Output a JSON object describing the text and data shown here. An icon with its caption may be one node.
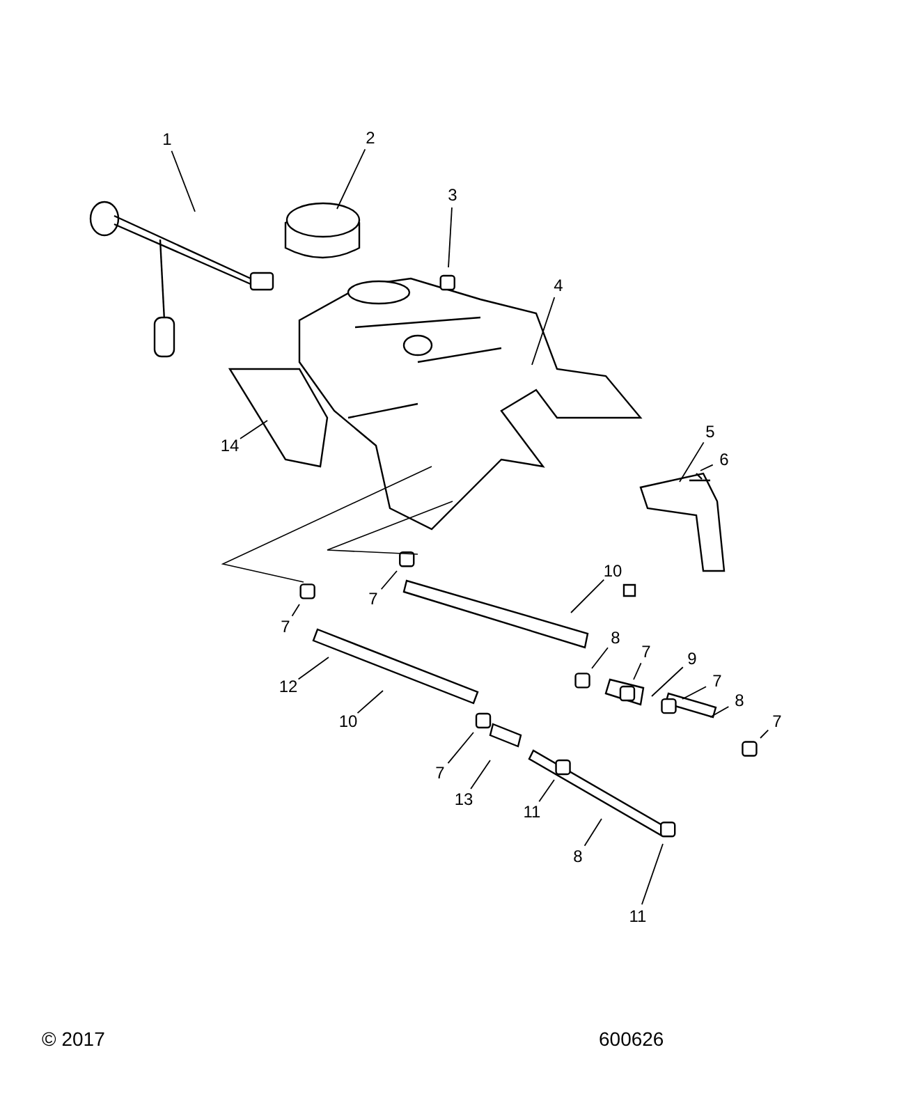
{
  "diagram": {
    "nodes": [
      {
        "text": [
          "1"
        ]
      },
      {
        "text": [
          "2"
        ]
      },
      {
        "text": [
          "3"
        ]
      },
      {
        "text": [
          "4"
        ]
      },
      {
        "text": [
          "14"
        ]
      },
      {
        "text": [
          "5"
        ]
      },
      {
        "text": [
          "6"
        ]
      },
      {
        "text": [
          "7"
        ]
      },
      {
        "text": [
          "10"
        ]
      },
      {
        "text": [
          "7"
        ]
      },
      {
        "text": [
          "12"
        ]
      },
      {
        "text": [
          "8"
        ]
      },
      {
        "text": [
          "7"
        ]
      },
      {
        "text": [
          "9"
        ]
      },
      {
        "text": [
          "7"
        ]
      },
      {
        "text": [
          "10"
        ]
      },
      {
        "text": [
          "8"
        ]
      },
      {
        "text": [
          "7"
        ]
      },
      {
        "text": [
          "7"
        ]
      },
      {
        "text": [
          "13"
        ]
      },
      {
        "text": [
          "11"
        ]
      },
      {
        "text": [
          "8"
        ]
      },
      {
        "text": [
          "11"
        ]
      }
    ],
    "edges": [
      {
        "from": 0,
        "to": null,
        "arrow": "none"
      },
      {
        "from": 1,
        "to": null,
        "arrow": "none"
      },
      {
        "from": 2,
        "to": null,
        "arrow": "none"
      },
      {
        "from": 3,
        "to": null,
        "arrow": "none"
      },
      {
        "from": 4,
        "to": null,
        "arrow": "none"
      },
      {
        "from": 5,
        "to": null,
        "arrow": "none"
      },
      {
        "from": 6,
        "to": null,
        "arrow": "none"
      },
      {
        "from": 7,
        "to": null,
        "arrow": "none"
      },
      {
        "from": 8,
        "to": null,
        "arrow": "none"
      },
      {
        "from": 9,
        "to": null,
        "arrow": "none"
      },
      {
        "from": 10,
        "to": null,
        "arrow": "none"
      },
      {
        "from": 11,
        "to": null,
        "arrow": "none"
      },
      {
        "from": 12,
        "to": null,
        "arrow": "none"
      },
      {
        "from": 13,
        "to": null,
        "arrow": "none"
      },
      {
        "from": 14,
        "to": null,
        "arrow": "none"
      },
      {
        "from": 15,
        "to": null,
        "arrow": "none"
      },
      {
        "from": 16,
        "to": null,
        "arrow": "none"
      },
      {
        "from": 17,
        "to": null,
        "arrow": "none"
      },
      {
        "from": 18,
        "to": null,
        "arrow": "none"
      },
      {
        "from": 19,
        "to": null,
        "arrow": "none"
      },
      {
        "from": 20,
        "to": null,
        "arrow": "none"
      },
      {
        "from": 21,
        "to": null,
        "arrow": "none"
      },
      {
        "from": 22,
        "to": null,
        "arrow": "none"
      }
    ],
    "labels": [
      "© 2017",
      "600626"
    ]
  }
}
